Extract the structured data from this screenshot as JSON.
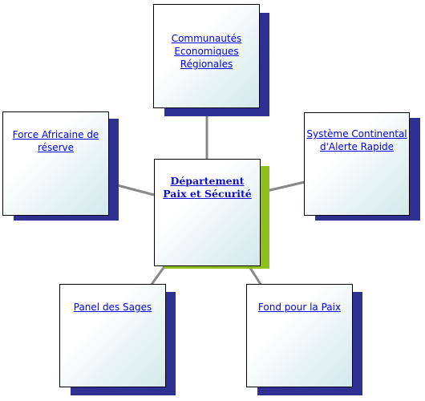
{
  "diagram": {
    "center": {
      "label": "Département Paix et Sécurité"
    },
    "nodes": [
      {
        "id": "cer",
        "label": "Communautés Economiques Régionales"
      },
      {
        "id": "fas",
        "label": "Force Africaine de réserve"
      },
      {
        "id": "scar",
        "label": "Système Continental d'Alerte Rapide"
      },
      {
        "id": "sages",
        "label": "Panel des Sages"
      },
      {
        "id": "fonds",
        "label": "Fond pour la Paix"
      }
    ],
    "colors": {
      "center_shadow": "#8fbf1a",
      "node_shadow": "#2e3191",
      "connector": "#888888",
      "link": "#0000ee"
    }
  }
}
